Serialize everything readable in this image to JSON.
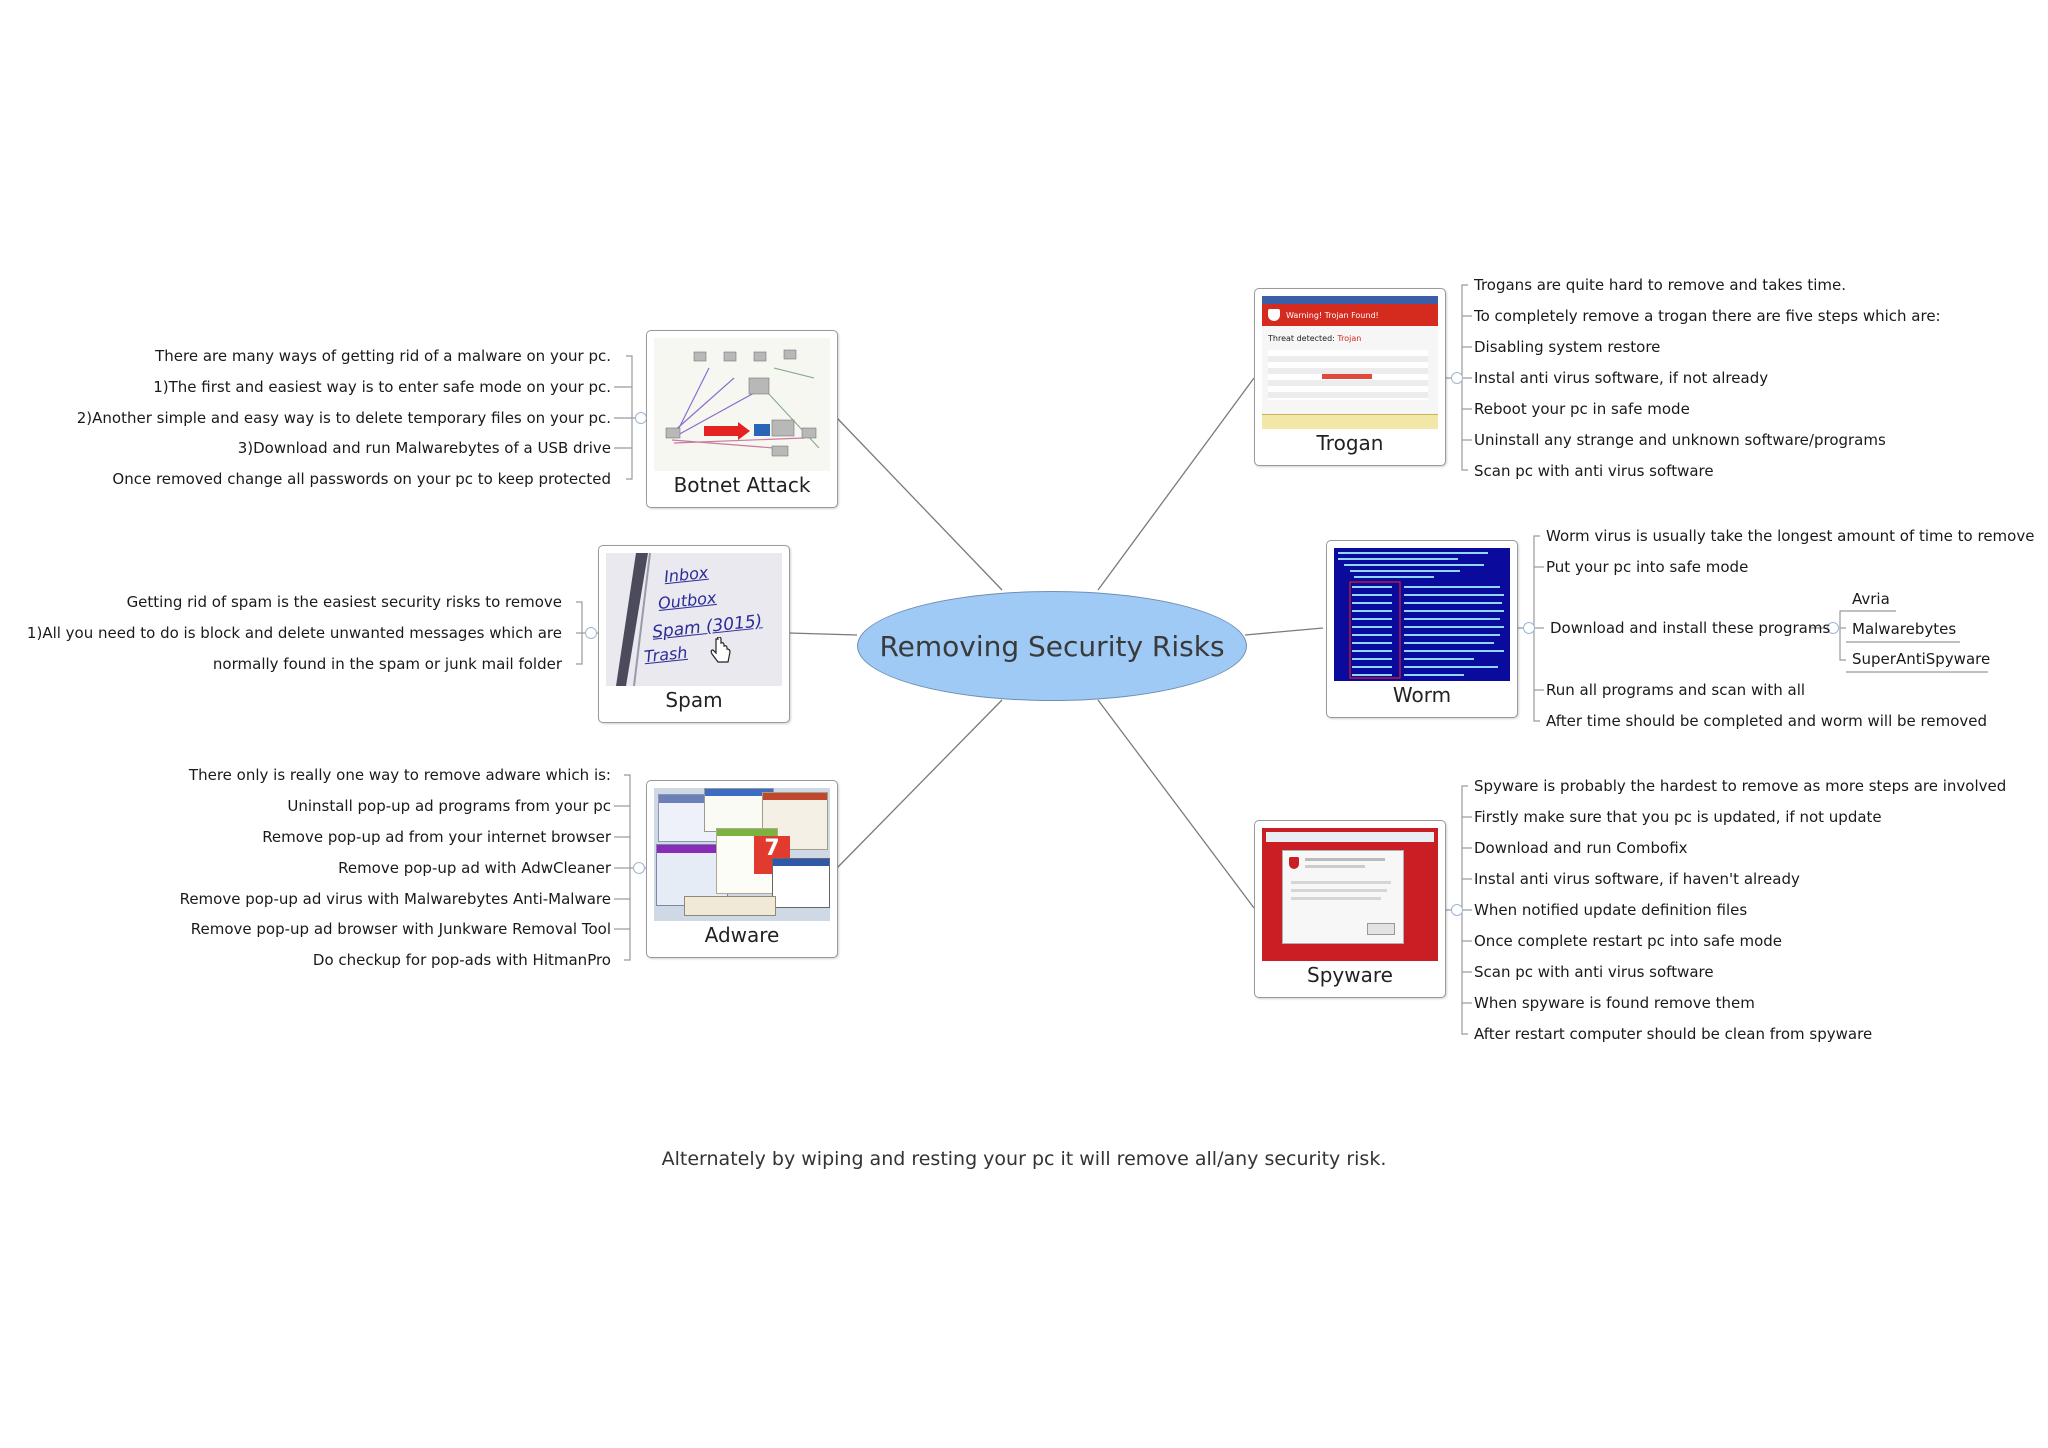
{
  "center": {
    "title": "Removing Security Risks"
  },
  "footnote": "Alternately by wiping and resting your pc it will remove all/any security risk.",
  "branches": {
    "botnet": {
      "title": "Botnet Attack",
      "items": [
        "There are many ways of getting rid of a malware on your pc.",
        "1)The first and easiest way is to enter safe mode on your pc.",
        "2)Another simple and easy way is to delete temporary files on your pc.",
        "3)Download and run Malwarebytes of a USB drive",
        "Once removed change all passwords on your pc to keep protected"
      ]
    },
    "spam": {
      "title": "Spam",
      "items": [
        "Getting rid of spam is the easiest security risks to remove",
        "1)All you need to do is block and delete unwanted messages which are",
        "normally found in the spam or junk mail folder"
      ],
      "thumb": {
        "inbox": "Inbox",
        "outbox": "Outbox",
        "spam": "Spam (3015)",
        "trash": "Trash"
      }
    },
    "adware": {
      "title": "Adware",
      "items": [
        "There only is really one way to remove adware which is:",
        "Uninstall pop-up ad programs from your pc",
        "Remove pop-up ad from your internet browser",
        "Remove pop-up ad with AdwCleaner",
        "Remove pop-up ad virus with Malwarebytes Anti-Malware",
        "Remove pop-up ad browser with Junkware Removal Tool",
        "Do checkup for pop-ads with HitmanPro"
      ]
    },
    "trogan": {
      "title": "Trogan",
      "items": [
        "Trogans are quite hard to remove and takes time.",
        "To completely remove a trogan there are five steps which are:",
        "Disabling system restore",
        "Instal anti virus software, if not already",
        "Reboot your pc in safe mode",
        "Uninstall any strange and unknown software/programs",
        "Scan pc with anti virus software"
      ],
      "thumb": {
        "banner": "Warning! Trojan Found!",
        "detected": "Threat detected:",
        "threat": "Trojan"
      }
    },
    "worm": {
      "title": "Worm",
      "items": [
        "Worm virus is usually take the longest amount of time to remove",
        "Put your pc into safe mode",
        "Download and install these programs",
        "Run all programs and scan with all",
        "After time should be completed and worm will be removed"
      ],
      "programs": [
        "Avria",
        "Malwarebytes",
        "SuperAntiSpyware"
      ]
    },
    "spyware": {
      "title": "Spyware",
      "items": [
        "Spyware is probably the hardest to remove as more steps are involved",
        "Firstly make sure that you pc is updated, if not update",
        "Download and run Combofix",
        "Instal anti virus software, if haven't already",
        "When notified update definition files",
        "Once complete restart pc into safe mode",
        "Scan pc with anti virus software",
        "When spyware is found remove them",
        "After restart computer should be clean from spyware"
      ]
    }
  },
  "colors": {
    "center_fill": "#9fcaf5",
    "center_border": "#6f8fb4",
    "connector": "#7a7a7a",
    "bracket": "#9a9a9a"
  }
}
